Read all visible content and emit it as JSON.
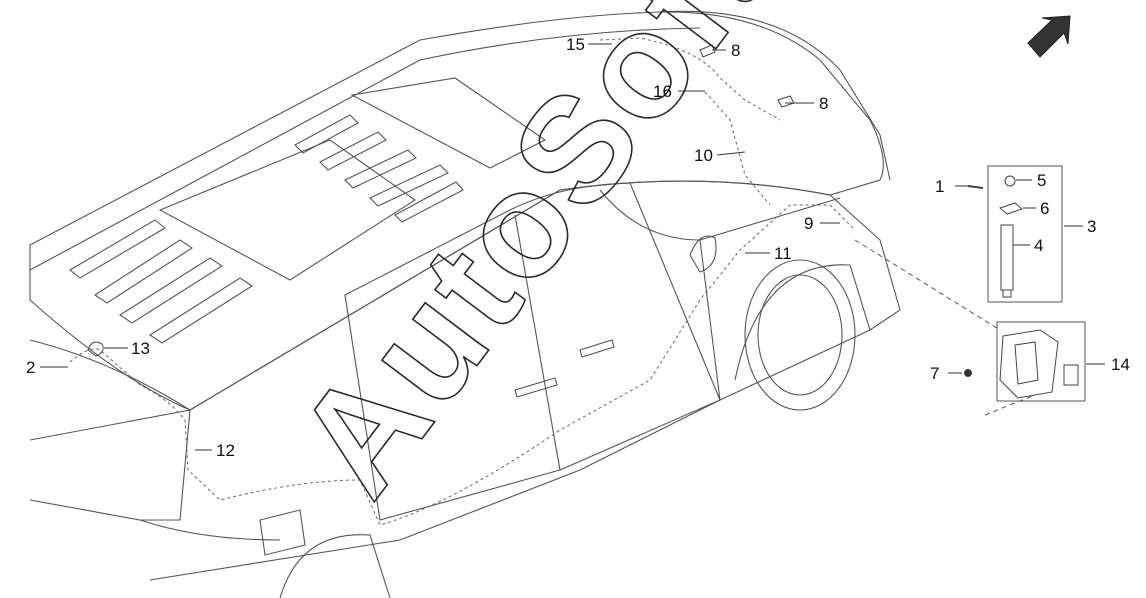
{
  "watermark": "AutoSoft",
  "callouts": [
    {
      "id": "c1",
      "label": "1"
    },
    {
      "id": "c2",
      "label": "2"
    },
    {
      "id": "c3",
      "label": "3"
    },
    {
      "id": "c4",
      "label": "4"
    },
    {
      "id": "c5",
      "label": "5"
    },
    {
      "id": "c6",
      "label": "6"
    },
    {
      "id": "c7",
      "label": "7"
    },
    {
      "id": "c8a",
      "label": "8"
    },
    {
      "id": "c8b",
      "label": "8"
    },
    {
      "id": "c9",
      "label": "9"
    },
    {
      "id": "c10",
      "label": "10"
    },
    {
      "id": "c11",
      "label": "11"
    },
    {
      "id": "c12",
      "label": "12"
    },
    {
      "id": "c13",
      "label": "13"
    },
    {
      "id": "c14",
      "label": "14"
    },
    {
      "id": "c15",
      "label": "15"
    },
    {
      "id": "c16",
      "label": "16"
    }
  ],
  "icons": {
    "direction_arrow": "front-direction-arrow-icon"
  }
}
